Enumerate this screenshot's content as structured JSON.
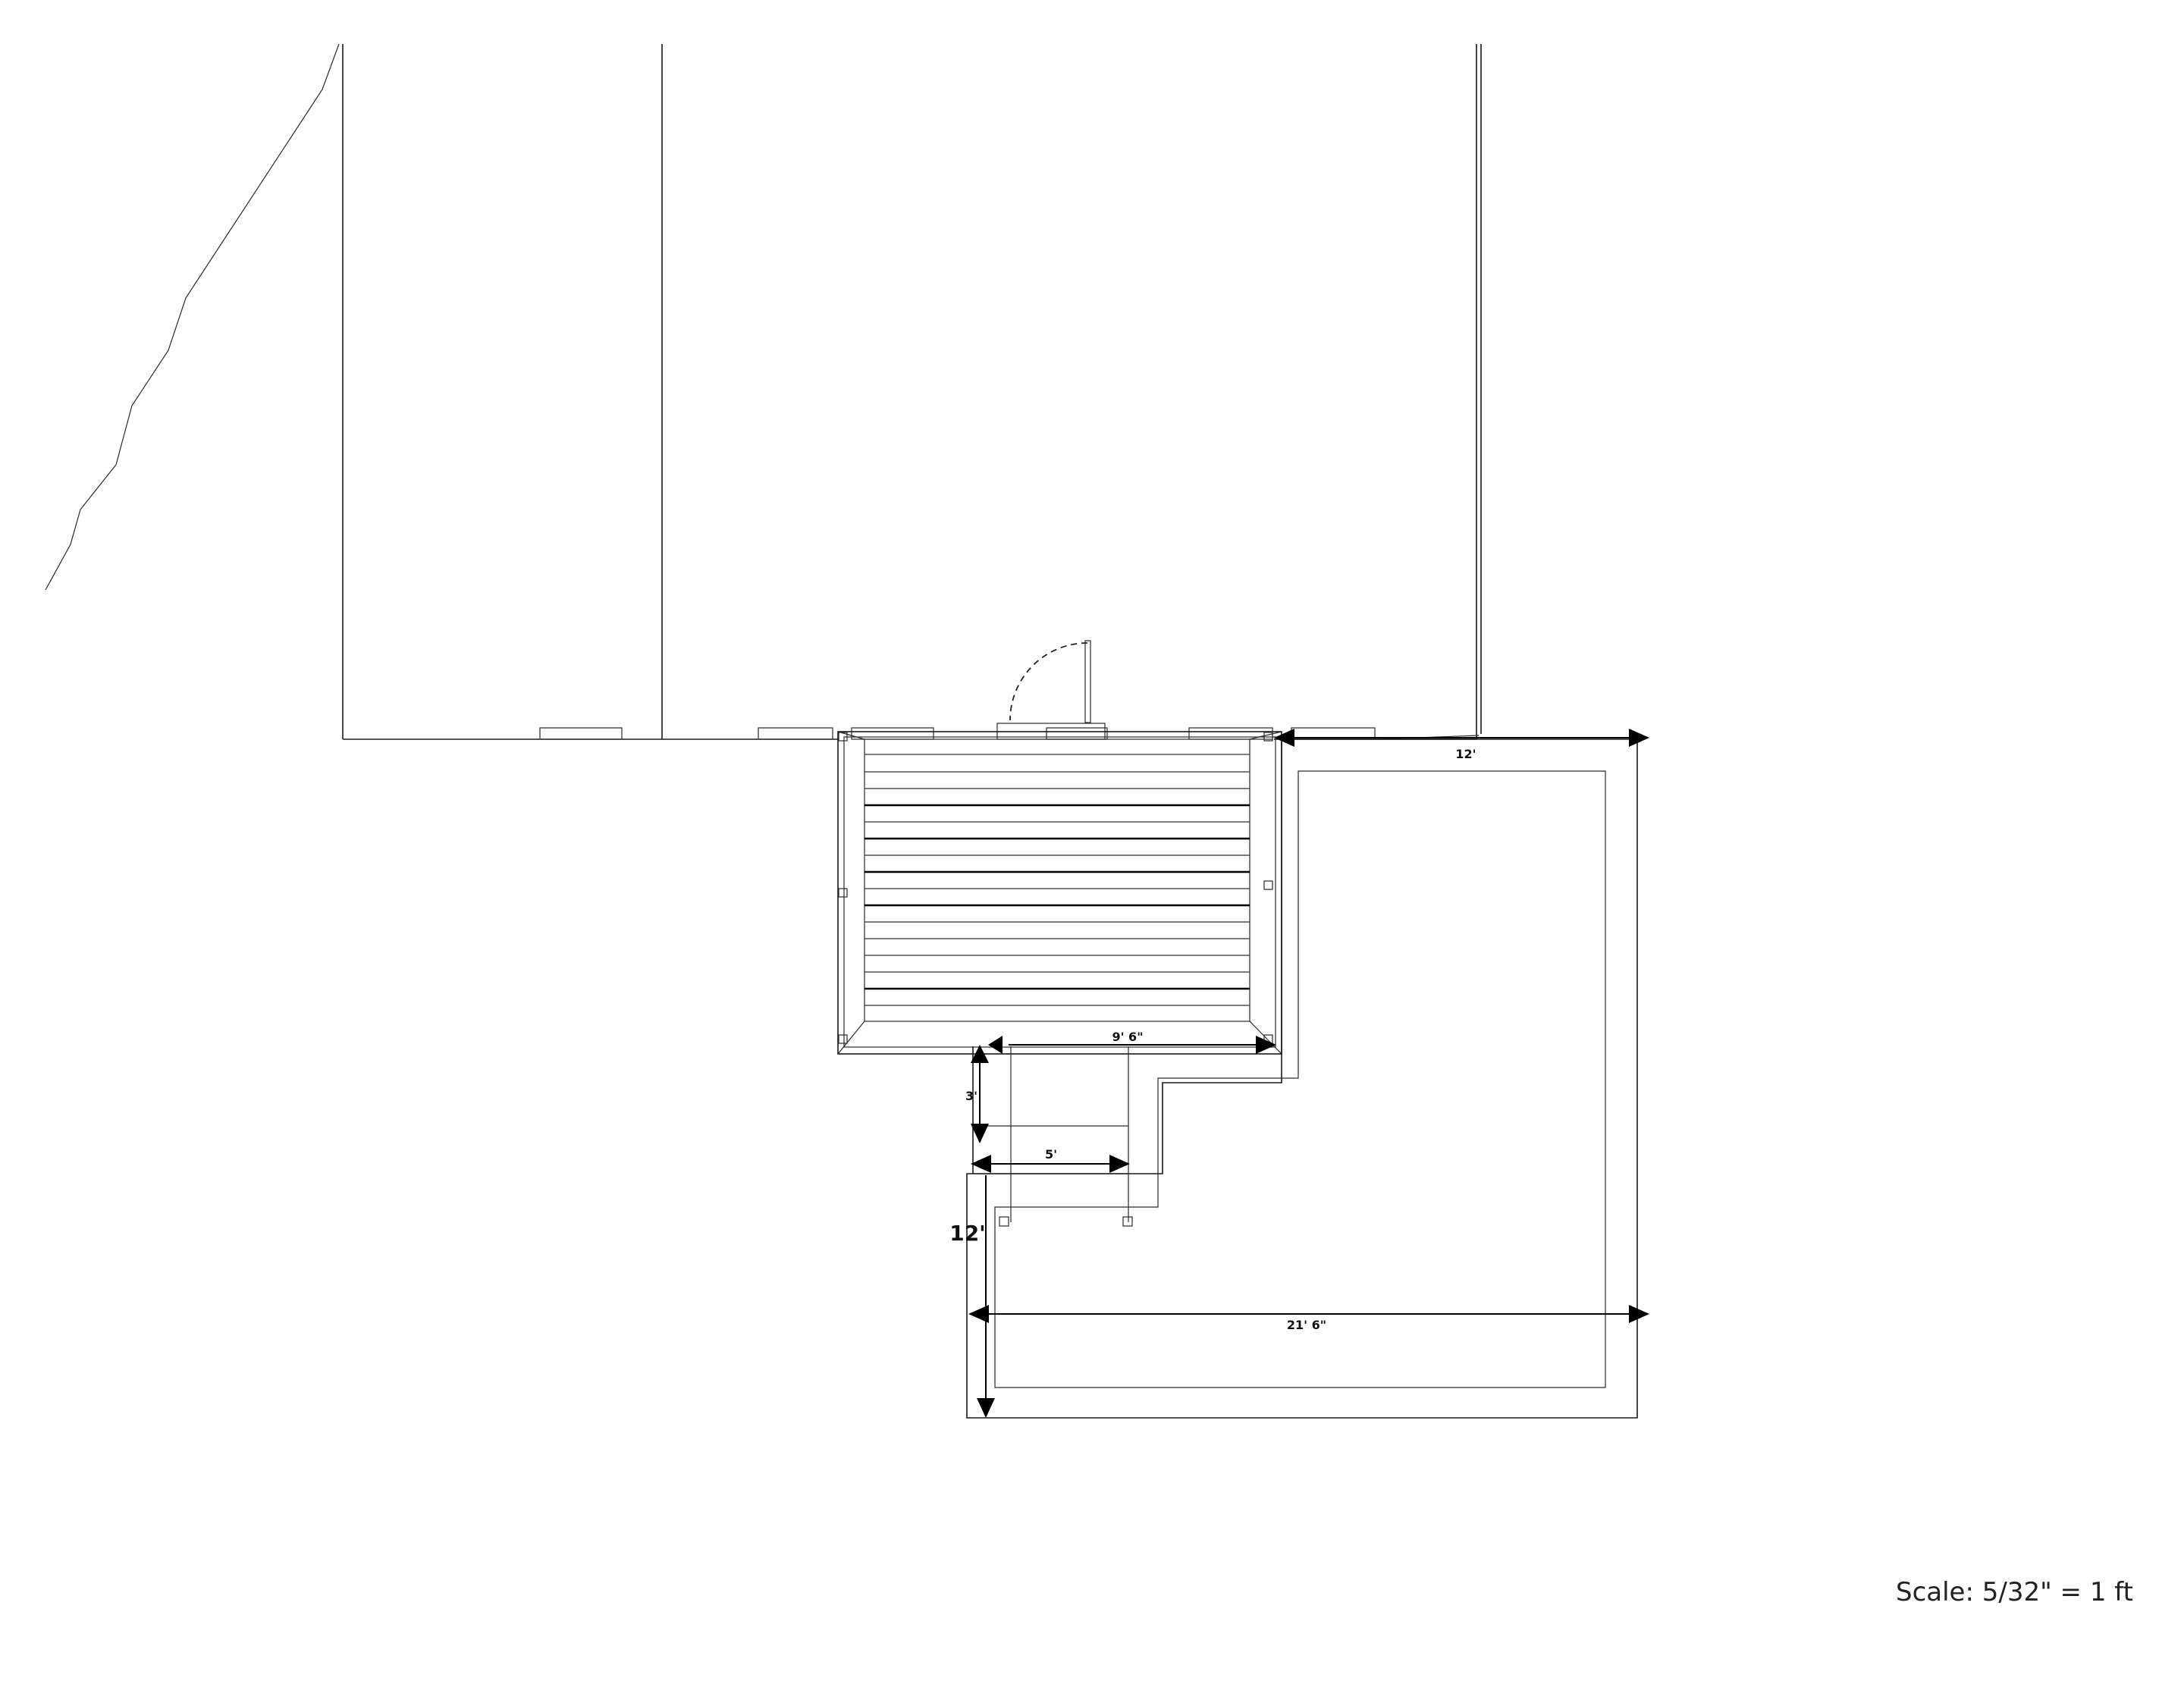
{
  "dimensions": {
    "lawn_width_top": "12'",
    "deck_width": "9' 6\"",
    "stair_run": "3'",
    "stair_width": "5'",
    "lawn_height": "12'",
    "lawn_width_bottom": "21' 6\""
  },
  "scale_label": "Scale: 5/32\" = 1 ft"
}
